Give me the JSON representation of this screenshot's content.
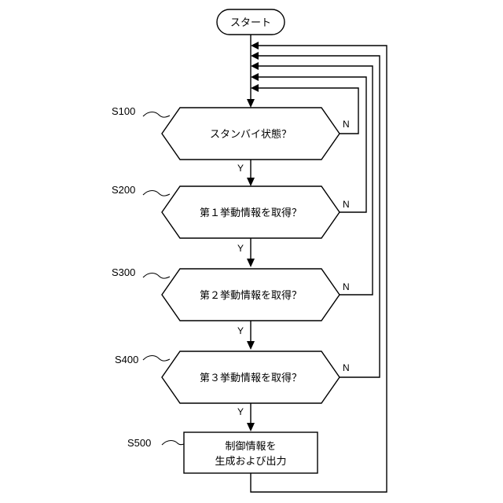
{
  "start": {
    "label": "スタート"
  },
  "steps": [
    {
      "id": "S100",
      "question": "スタンバイ状態？",
      "yes": "Y",
      "no": "N"
    },
    {
      "id": "S200",
      "question": "第１挙動情報を取得？",
      "yes": "Y",
      "no": "N"
    },
    {
      "id": "S300",
      "question": "第２挙動情報を取得？",
      "yes": "Y",
      "no": "N"
    },
    {
      "id": "S400",
      "question": "第３挙動情報を取得？",
      "yes": "Y",
      "no": "N"
    }
  ],
  "process": {
    "id": "S500",
    "line1": "制御情報を",
    "line2": "生成および出力"
  }
}
